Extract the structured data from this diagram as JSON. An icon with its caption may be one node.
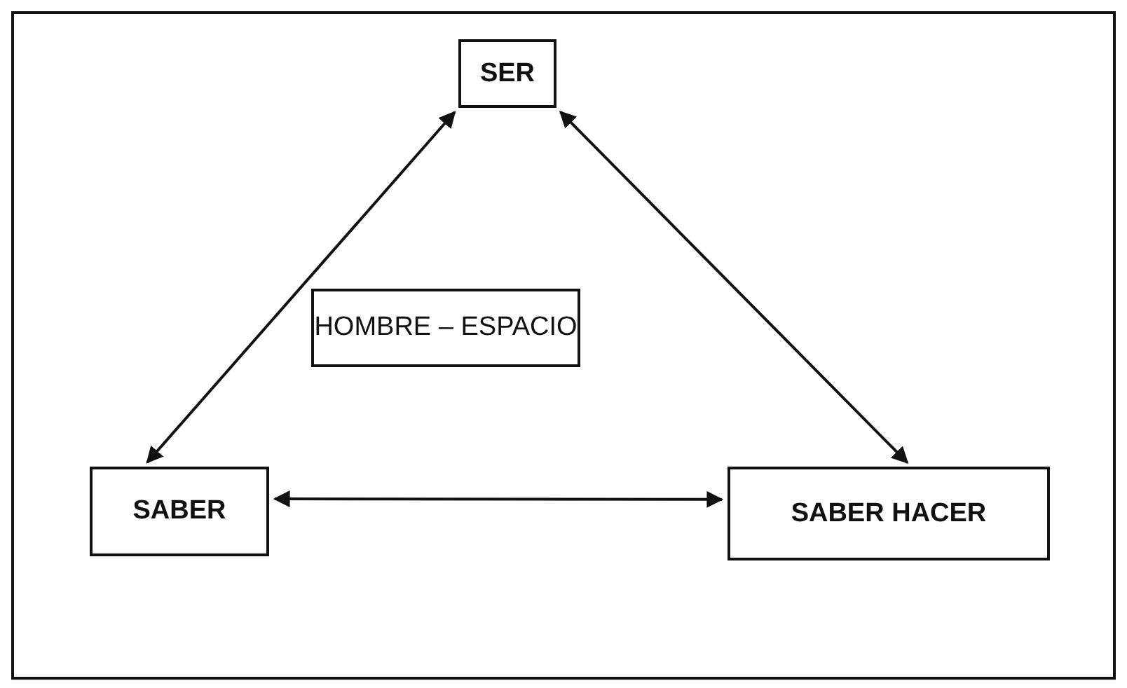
{
  "diagram": {
    "nodes": [
      {
        "text": [
          "SER"
        ]
      },
      {
        "text": [
          "HOMBRE – ESPACIO"
        ]
      },
      {
        "text": [
          "SABER"
        ]
      },
      {
        "text": [
          "SABER HACER"
        ]
      }
    ],
    "edges": [
      {
        "from": 0,
        "to": 2,
        "arrow": "both"
      },
      {
        "from": 0,
        "to": 3,
        "arrow": "both"
      },
      {
        "from": 2,
        "to": 3,
        "arrow": "both"
      }
    ]
  }
}
